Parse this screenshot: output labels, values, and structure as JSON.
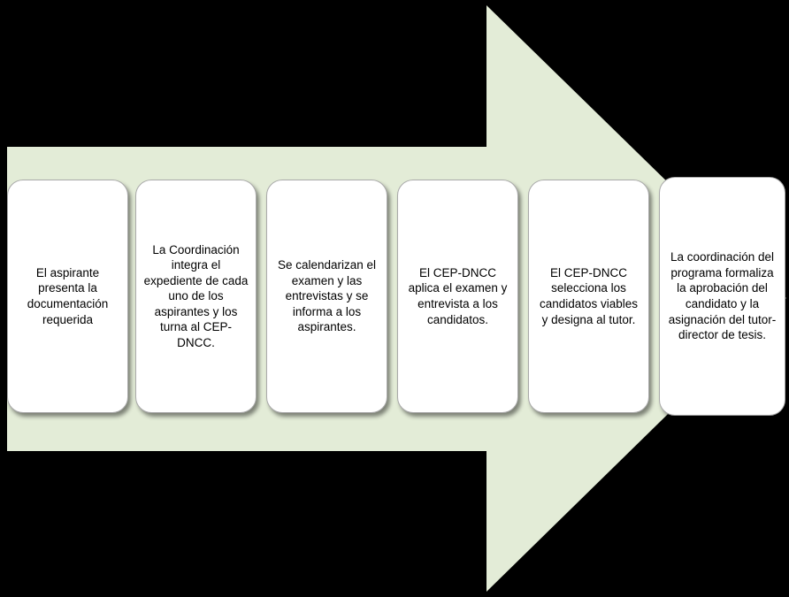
{
  "diagram": {
    "type": "process-arrow",
    "direction": "right",
    "colors": {
      "background": "#000000",
      "arrow_fill": "#E3ECD7",
      "box_fill": "#FFFFFF",
      "box_border": "#A9A9A9",
      "text": "#000000"
    },
    "steps": [
      {
        "text": "El aspirante presenta la documentación requerida"
      },
      {
        "text": "La Coordinación integra el expediente de cada uno de los aspirantes y los turna al CEP-DNCC."
      },
      {
        "text": "Se calendarizan el examen y las entrevistas y se informa a los aspirantes."
      },
      {
        "text": "El CEP-DNCC aplica el examen y entrevista a los candidatos."
      },
      {
        "text": "El CEP-DNCC selecciona los candidatos viables y designa al tutor."
      },
      {
        "text": "La coordinación del programa formaliza la aprobación del candidato y la asignación del tutor-director de tesis."
      }
    ]
  }
}
